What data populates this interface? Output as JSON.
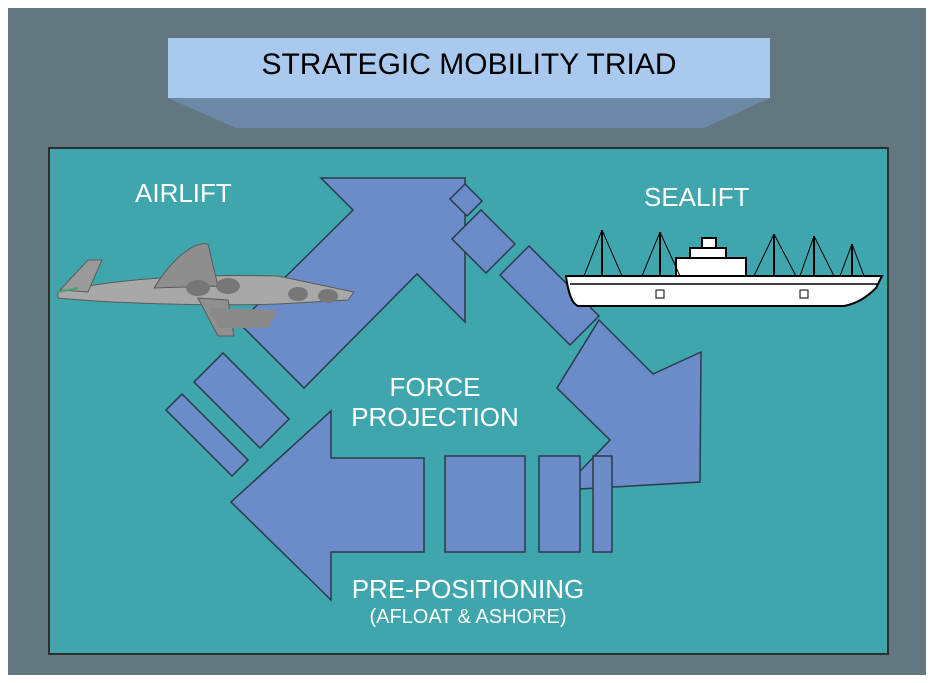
{
  "title": "STRATEGIC MOBILITY TRIAD",
  "labels": {
    "airlift": "AIRLIFT",
    "sealift": "SEALIFT",
    "center_line1": "FORCE",
    "center_line2": "PROJECTION",
    "prepositioning": "PRE-POSITIONING",
    "prepositioning_sub": "(AFLOAT & ASHORE)"
  },
  "icons": {
    "aircraft": "c17-transport-aircraft-icon",
    "ship": "cargo-ship-icon"
  },
  "colors": {
    "slide_bg": "#627780",
    "panel_bg": "#40A6AE",
    "arrow_fill": "#6B8CC8",
    "title_light": "#A9C9EE",
    "title_dark": "#6D89A8",
    "label_text": "#FFFFFF"
  }
}
